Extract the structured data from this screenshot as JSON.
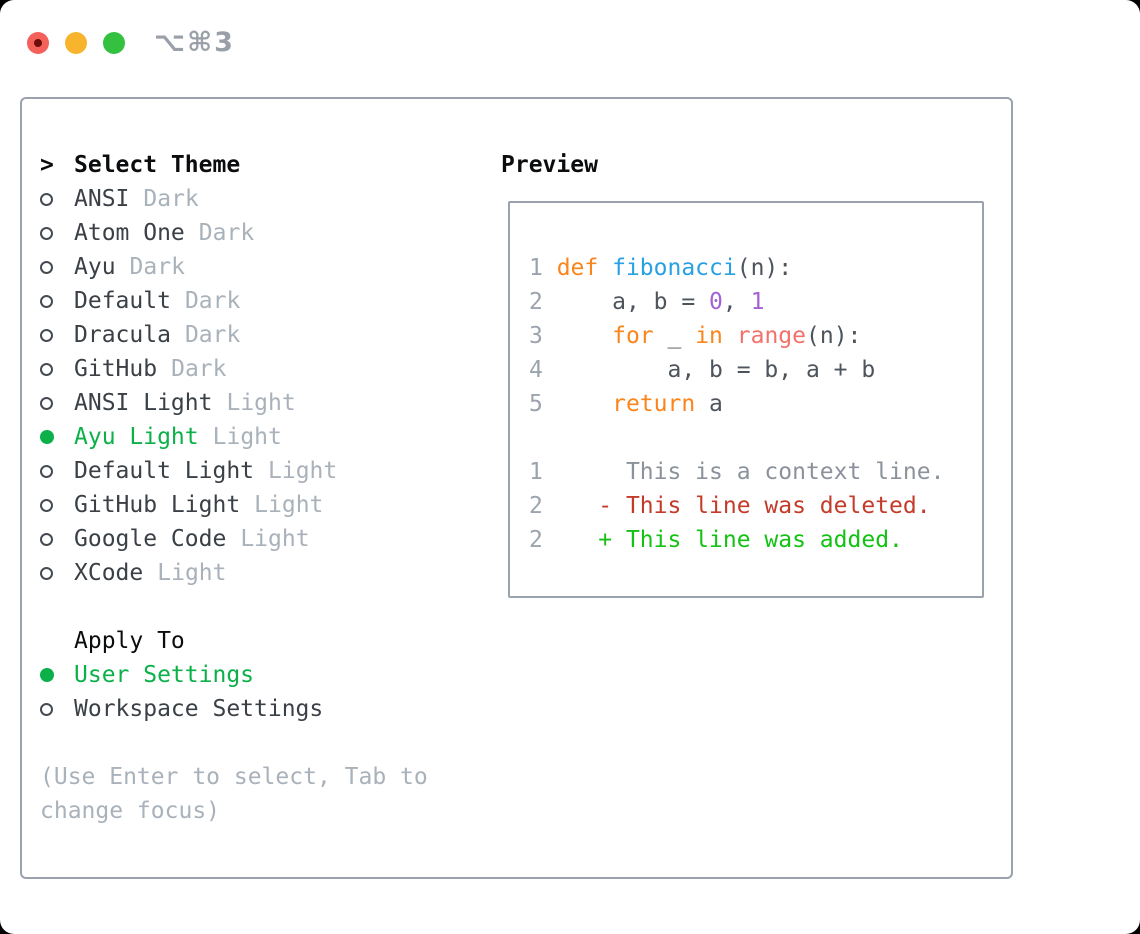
{
  "window": {
    "shortcut": "⌥⌘3"
  },
  "theme_picker": {
    "prompt": ">",
    "title": "Select Theme",
    "items": [
      {
        "name": "ANSI",
        "variant": "Dark",
        "selected": false
      },
      {
        "name": "Atom One",
        "variant": "Dark",
        "selected": false
      },
      {
        "name": "Ayu",
        "variant": "Dark",
        "selected": false
      },
      {
        "name": "Default",
        "variant": "Dark",
        "selected": false
      },
      {
        "name": "Dracula",
        "variant": "Dark",
        "selected": false
      },
      {
        "name": "GitHub",
        "variant": "Dark",
        "selected": false
      },
      {
        "name": "ANSI Light",
        "variant": "Light",
        "selected": false
      },
      {
        "name": "Ayu Light",
        "variant": "Light",
        "selected": true
      },
      {
        "name": "Default Light",
        "variant": "Light",
        "selected": false
      },
      {
        "name": "GitHub Light",
        "variant": "Light",
        "selected": false
      },
      {
        "name": "Google Code",
        "variant": "Light",
        "selected": false
      },
      {
        "name": "XCode",
        "variant": "Light",
        "selected": false
      }
    ]
  },
  "apply_to": {
    "title": "Apply To",
    "options": [
      {
        "label": "User Settings",
        "selected": true
      },
      {
        "label": "Workspace Settings",
        "selected": false
      }
    ]
  },
  "footer": {
    "line1": "(Use Enter to select, Tab to",
    "line2": "change focus)"
  },
  "preview": {
    "title": "Preview",
    "code_lines": [
      [
        {
          "t": "1 ",
          "c": "ln"
        },
        {
          "t": "def ",
          "c": "kw"
        },
        {
          "t": "fibonacci",
          "c": "fn"
        },
        {
          "t": "(n):",
          "c": "txt"
        }
      ],
      [
        {
          "t": "2 ",
          "c": "ln"
        },
        {
          "t": "    a, b = ",
          "c": "txt"
        },
        {
          "t": "0",
          "c": "num"
        },
        {
          "t": ", ",
          "c": "txt"
        },
        {
          "t": "1",
          "c": "num"
        }
      ],
      [
        {
          "t": "3 ",
          "c": "ln"
        },
        {
          "t": "    ",
          "c": "txt"
        },
        {
          "t": "for",
          "c": "kw"
        },
        {
          "t": " _ ",
          "c": "txt"
        },
        {
          "t": "in",
          "c": "kw"
        },
        {
          "t": " ",
          "c": "txt"
        },
        {
          "t": "range",
          "c": "call"
        },
        {
          "t": "(n):",
          "c": "txt"
        }
      ],
      [
        {
          "t": "4 ",
          "c": "ln"
        },
        {
          "t": "        a, b = b, a + b",
          "c": "txt"
        }
      ],
      [
        {
          "t": "5 ",
          "c": "ln"
        },
        {
          "t": "    ",
          "c": "txt"
        },
        {
          "t": "return",
          "c": "kw"
        },
        {
          "t": " a",
          "c": "txt"
        }
      ],
      [],
      [
        {
          "t": "1 ",
          "c": "ln"
        },
        {
          "t": "     This is a context line.",
          "c": "ctx"
        }
      ],
      [
        {
          "t": "2 ",
          "c": "ln"
        },
        {
          "t": "   ",
          "c": "txt"
        },
        {
          "t": "- This line was deleted.",
          "c": "del"
        }
      ],
      [
        {
          "t": "2 ",
          "c": "ln"
        },
        {
          "t": "   ",
          "c": "txt"
        },
        {
          "t": "+ This line was added.",
          "c": "add"
        }
      ]
    ]
  },
  "colors": {
    "bg": "#000000",
    "window_bg": "#ffffff",
    "panel_border": "#9aa2ae",
    "heading": "#0a0c0e",
    "item_text": "#3a4046",
    "muted_text": "#a9b1ba",
    "selection_green": "#0cb049",
    "circle_ring": "#454b52",
    "code_text": "#4d545c",
    "line_number": "#9ba3ad",
    "context_gray": "#8b929b",
    "keyword_orange": "#f9851c",
    "function_blue": "#2aa0e4",
    "number_purple": "#a361d6",
    "call_coral": "#f3716b",
    "diff_red": "#c43b2a",
    "diff_green": "#14c214",
    "traffic_red": "#f4605a",
    "traffic_red_dot": "#6e0d08",
    "traffic_yellow": "#f7b42c",
    "traffic_green": "#33c13f",
    "shortcut_gray": "#9aa0a8"
  }
}
